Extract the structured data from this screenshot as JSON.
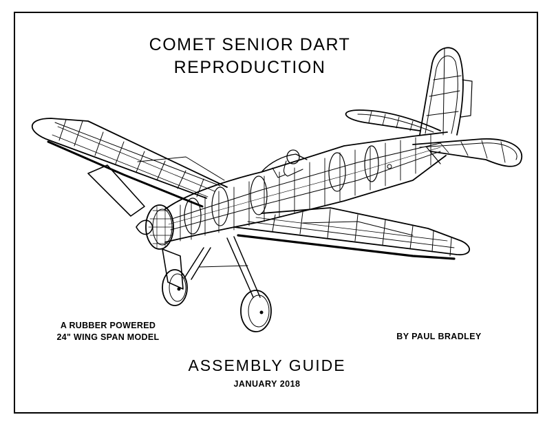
{
  "document": {
    "title_line1": "COMET SENIOR DART",
    "title_line2": "REPRODUCTION",
    "description_line1": "A RUBBER POWERED",
    "description_line2": "24\" WING SPAN MODEL",
    "author": "BY PAUL BRADLEY",
    "guide_title": "ASSEMBLY GUIDE",
    "date": "JANUARY 2018"
  }
}
